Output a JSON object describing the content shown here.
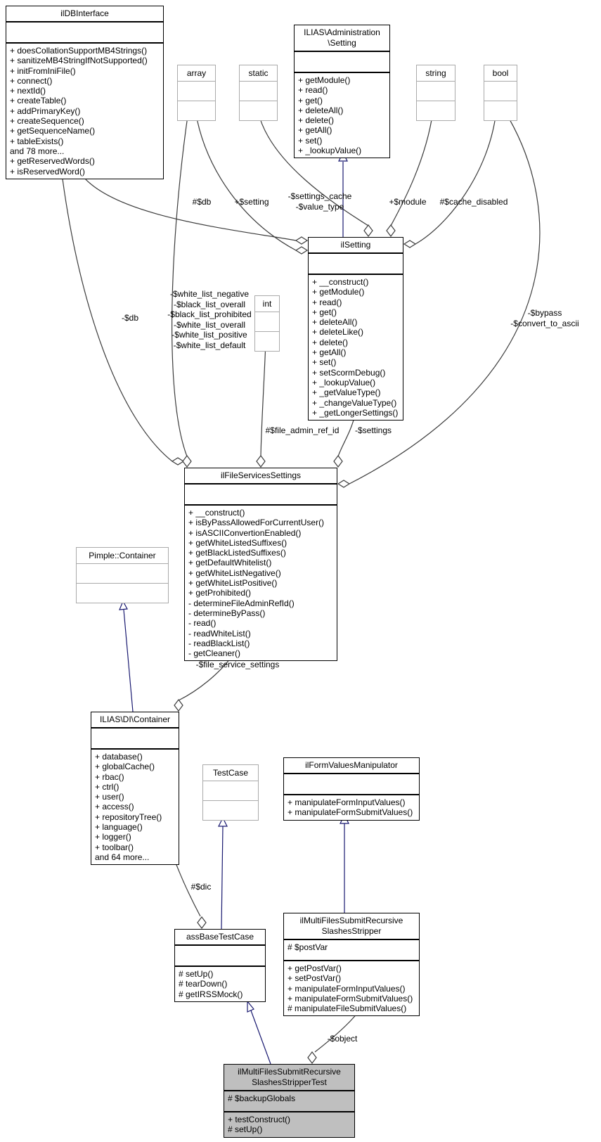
{
  "classes": {
    "ilDBInterface": {
      "name": "ilDBInterface",
      "attributes": [],
      "methods": [
        "+ doesCollationSupportMB4Strings()",
        "+ sanitizeMB4StringIfNotSupported()",
        "+ initFromIniFile()",
        "+ connect()",
        "+ nextId()",
        "+ createTable()",
        "+ addPrimaryKey()",
        "+ createSequence()",
        "+ getSequenceName()",
        "+ tableExists()",
        "and 78 more...",
        "+ getReservedWords()",
        "+ isReservedWord()"
      ]
    },
    "iliasAdministrationSetting": {
      "name": "ILIAS\\Administration\n\\Setting",
      "attributes": [],
      "methods": [
        "+ getModule()",
        "+ read()",
        "+ get()",
        "+ deleteAll()",
        "+ delete()",
        "+ getAll()",
        "+ set()",
        "+ _lookupValue()"
      ]
    },
    "array": {
      "name": "array",
      "attributes": [],
      "methods": []
    },
    "static": {
      "name": "static",
      "attributes": [],
      "methods": []
    },
    "string": {
      "name": "string",
      "attributes": [],
      "methods": []
    },
    "bool": {
      "name": "bool",
      "attributes": [],
      "methods": []
    },
    "int": {
      "name": "int",
      "attributes": [],
      "methods": []
    },
    "ilSetting": {
      "name": "ilSetting",
      "attributes": [],
      "methods": [
        "+ __construct()",
        "+ getModule()",
        "+ read()",
        "+ get()",
        "+ deleteAll()",
        "+ deleteLike()",
        "+ delete()",
        "+ getAll()",
        "+ set()",
        "+ setScormDebug()",
        "+ _lookupValue()",
        "+ _getValueType()",
        "+ _changeValueType()",
        "+ _getLongerSettings()"
      ]
    },
    "ilFileServicesSettings": {
      "name": "ilFileServicesSettings",
      "attributes": [],
      "methods": [
        "+ __construct()",
        "+ isByPassAllowedForCurrentUser()",
        "+ isASCIIConvertionEnabled()",
        "+ getWhiteListedSuffixes()",
        "+ getBlackListedSuffixes()",
        "+ getDefaultWhitelist()",
        "+ getWhiteListNegative()",
        "+ getWhiteListPositive()",
        "+ getProhibited()",
        "- determineFileAdminRefId()",
        "- determineByPass()",
        "- read()",
        "- readWhiteList()",
        "- readBlackList()",
        "- getCleaner()"
      ]
    },
    "pimpleContainer": {
      "name": "Pimple::Container",
      "attributes": [],
      "methods": []
    },
    "iliasDiContainer": {
      "name": "ILIAS\\DI\\Container",
      "attributes": [],
      "methods": [
        "+ database()",
        "+ globalCache()",
        "+ rbac()",
        "+ ctrl()",
        "+ user()",
        "+ access()",
        "+ repositoryTree()",
        "+ language()",
        "+ logger()",
        "+ toolbar()",
        "and 64 more..."
      ]
    },
    "testCase": {
      "name": "TestCase",
      "attributes": [],
      "methods": []
    },
    "ilFormValuesManipulator": {
      "name": "ilFormValuesManipulator",
      "attributes": [],
      "methods": [
        "+ manipulateFormInputValues()",
        "+ manipulateFormSubmitValues()"
      ]
    },
    "assBaseTestCase": {
      "name": "assBaseTestCase",
      "attributes": [],
      "methods": [
        "# setUp()",
        "# tearDown()",
        "# getIRSSMock()"
      ]
    },
    "ilMultiFilesSubmitRecursiveSlashesStripper": {
      "name": "ilMultiFilesSubmitRecursive\nSlashesStripper",
      "attributes": [
        "# $postVar"
      ],
      "methods": [
        "+ getPostVar()",
        "+ setPostVar()",
        "+ manipulateFormInputValues()",
        "+ manipulateFormSubmitValues()",
        "# manipulateFileSubmitValues()"
      ]
    },
    "ilMultiFilesSubmitRecursiveSlashesStripperTest": {
      "name": "ilMultiFilesSubmitRecursive\nSlashesStripperTest",
      "attributes": [
        "# $backupGlobals"
      ],
      "methods": [
        "+ testConstruct()",
        "# setUp()"
      ]
    }
  },
  "edge_labels": {
    "db_setting": "#$db",
    "setting_member": "+$setting",
    "settings_cache": "-$settings_cache\n-$value_type",
    "module": "+$module",
    "cache_disabled": "#$cache_disabled",
    "db_fss": "-$db",
    "white_lists": "-$white_list_negative\n-$black_list_overall\n-$black_list_prohibited\n-$white_list_overall\n-$white_list_positive\n-$white_list_default",
    "file_admin_ref_id": "#$file_admin_ref_id",
    "settings": "-$settings",
    "bypass": "-$bypass\n-$convert_to_ascii",
    "file_service_settings": "-$file_service_settings",
    "dic": "#$dic",
    "object": "-$object"
  },
  "colors": {
    "inheritance_edge": "#191970",
    "aggregation_edge": "#3c3c3c",
    "selected_fill": "#bfbfbf",
    "external_border": "#aaaaaa",
    "class_border": "#000000"
  }
}
